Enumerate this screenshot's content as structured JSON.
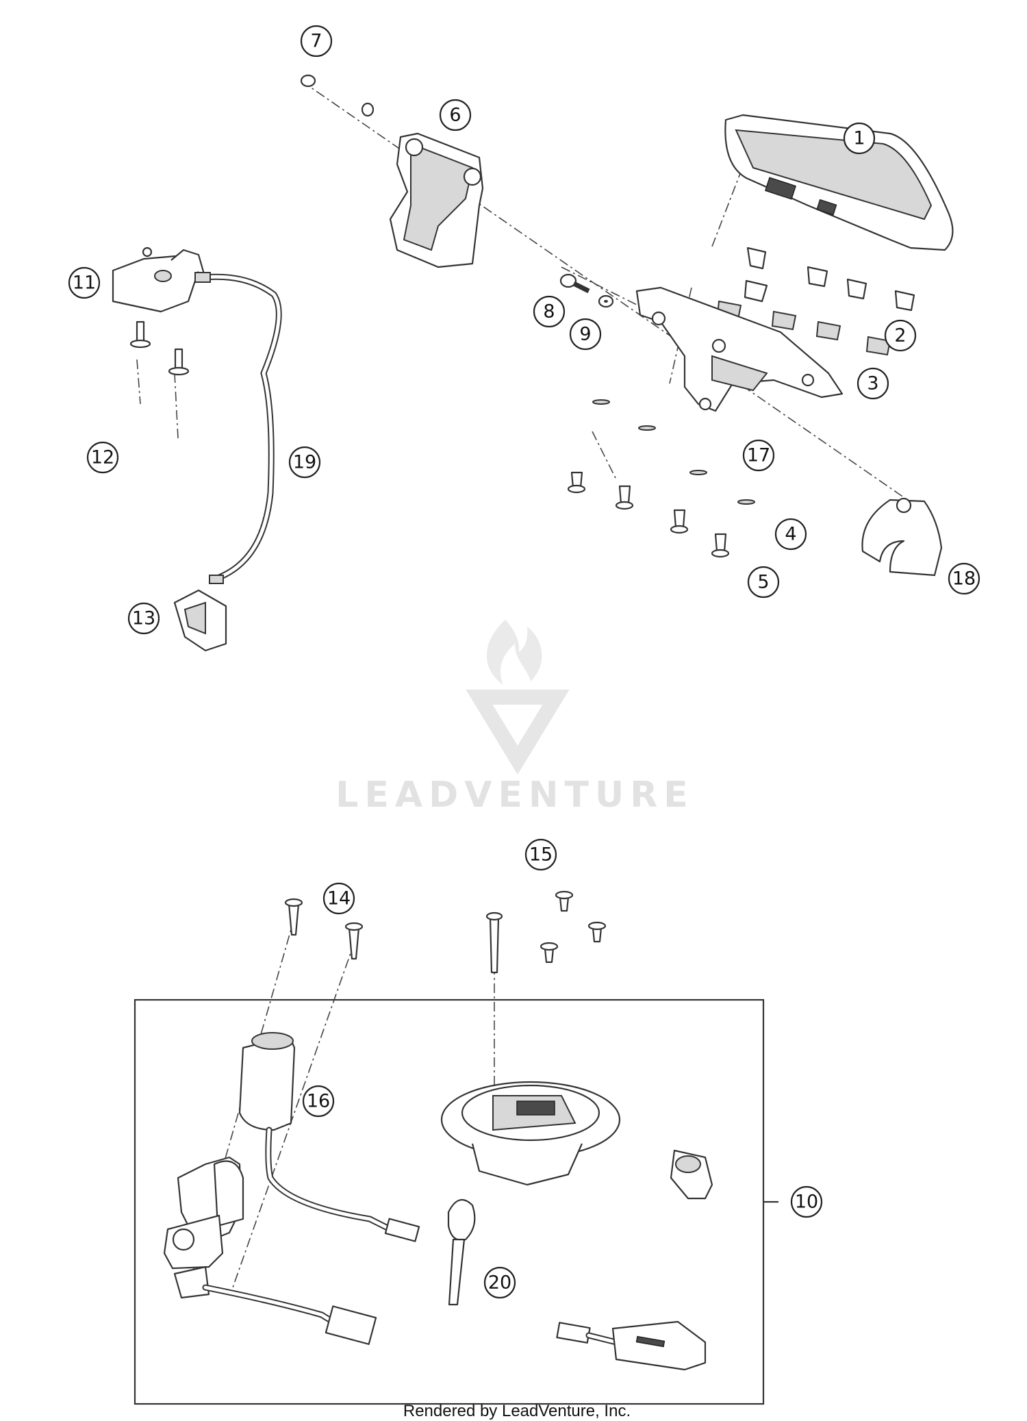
{
  "diagram": {
    "callouts": [
      "1",
      "2",
      "3",
      "4",
      "5",
      "6",
      "7",
      "8",
      "9",
      "10",
      "11",
      "12",
      "13",
      "14",
      "15",
      "16",
      "17",
      "18",
      "19",
      "20"
    ]
  },
  "watermark": {
    "text": "LEADVENTURE"
  },
  "footer": {
    "text": "Rendered by LeadVenture, Inc."
  },
  "colors": {
    "line": "#333333",
    "watermark": "#e2e2e2"
  }
}
